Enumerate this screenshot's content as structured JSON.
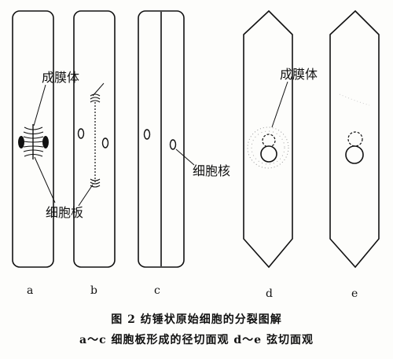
{
  "figure": {
    "labels": {
      "membrane_body_left": "成膜体",
      "cell_plate": "细胞板",
      "nucleus": "细胞核",
      "membrane_body_right": "成膜体"
    },
    "panel_letters": [
      "a",
      "b",
      "c",
      "d",
      "e"
    ],
    "caption": {
      "title": "图 2   纺锤状原始细胞的分裂图解",
      "subtitle": "a～c  细胞板形成的径切面观    d～e  弦切面观"
    }
  }
}
